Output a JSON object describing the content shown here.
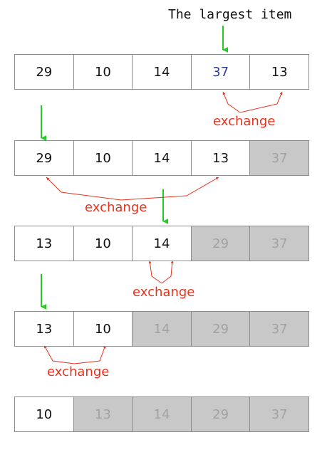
{
  "caption": "The largest item",
  "exchange_label": "exchange",
  "colors": {
    "pointer": "#22cc22",
    "swap": "#e8321c",
    "sorted_fill": "#c8c8c8",
    "highlight_text": "#2e3d8e"
  },
  "rows": [
    {
      "cells": [
        "29",
        "10",
        "14",
        "37",
        "13"
      ],
      "sorted_from": 5,
      "highlight": 3
    },
    {
      "cells": [
        "29",
        "10",
        "14",
        "13",
        "37"
      ],
      "sorted_from": 4
    },
    {
      "cells": [
        "13",
        "10",
        "14",
        "29",
        "37"
      ],
      "sorted_from": 3
    },
    {
      "cells": [
        "13",
        "10",
        "14",
        "29",
        "37"
      ],
      "sorted_from": 2
    },
    {
      "cells": [
        "10",
        "13",
        "14",
        "29",
        "37"
      ],
      "sorted_from": 1
    }
  ]
}
